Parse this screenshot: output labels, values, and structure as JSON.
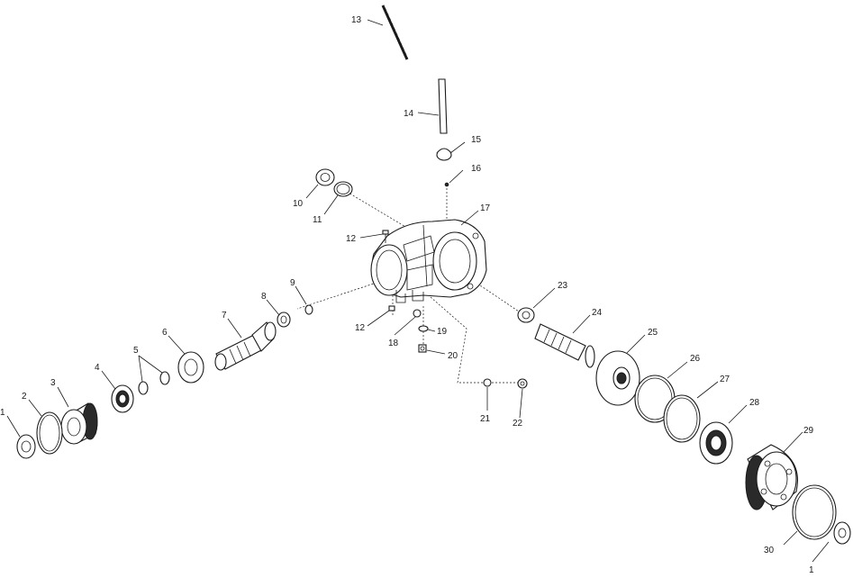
{
  "diagram": {
    "callouts": [
      {
        "id": "c1a",
        "text": "1"
      },
      {
        "id": "c2",
        "text": "2"
      },
      {
        "id": "c3",
        "text": "3"
      },
      {
        "id": "c4",
        "text": "4"
      },
      {
        "id": "c5",
        "text": "5"
      },
      {
        "id": "c6",
        "text": "6"
      },
      {
        "id": "c7",
        "text": "7"
      },
      {
        "id": "c8",
        "text": "8"
      },
      {
        "id": "c9",
        "text": "9"
      },
      {
        "id": "c10",
        "text": "10"
      },
      {
        "id": "c11",
        "text": "11"
      },
      {
        "id": "c12a",
        "text": "12"
      },
      {
        "id": "c12b",
        "text": "12"
      },
      {
        "id": "c13",
        "text": "13"
      },
      {
        "id": "c14",
        "text": "14"
      },
      {
        "id": "c15",
        "text": "15"
      },
      {
        "id": "c16",
        "text": "16"
      },
      {
        "id": "c17",
        "text": "17"
      },
      {
        "id": "c18",
        "text": "18"
      },
      {
        "id": "c19",
        "text": "19"
      },
      {
        "id": "c20",
        "text": "20"
      },
      {
        "id": "c21",
        "text": "21"
      },
      {
        "id": "c22",
        "text": "22"
      },
      {
        "id": "c23",
        "text": "23"
      },
      {
        "id": "c24",
        "text": "24"
      },
      {
        "id": "c25",
        "text": "25"
      },
      {
        "id": "c26",
        "text": "26"
      },
      {
        "id": "c27",
        "text": "27"
      },
      {
        "id": "c28",
        "text": "28"
      },
      {
        "id": "c29",
        "text": "29"
      },
      {
        "id": "c30",
        "text": "30"
      },
      {
        "id": "c1b",
        "text": "1"
      }
    ]
  }
}
